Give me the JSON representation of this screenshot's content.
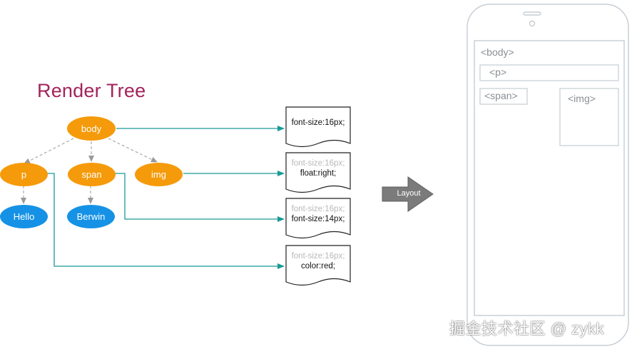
{
  "title": "Render Tree",
  "nodes": {
    "body": "body",
    "p": "p",
    "span": "span",
    "img": "img",
    "hello": "Hello",
    "berwin": "Berwin"
  },
  "style_docs": [
    {
      "inherited": "",
      "own": "font-size:16px;"
    },
    {
      "inherited": "font-size:16px;",
      "own": "float:right;"
    },
    {
      "inherited": "font-size:16px;",
      "own": "font-size:14px;"
    },
    {
      "inherited": "font-size:16px;",
      "own": "color:red;"
    }
  ],
  "layout_arrow": "Layout",
  "phone": {
    "body_label": "<body>",
    "p_label": "<p>",
    "span_label": "<span>",
    "img_label": "<img>"
  },
  "watermark": "掘金技术社区 @ zykk",
  "colors": {
    "title": "#a3235c",
    "orange_node": "#f59a0a",
    "blue_node": "#1592e6",
    "connector": "#1a9a96",
    "phone_outline": "#c5cdd3",
    "phone_label": "#8a8f95",
    "arrow": "#7b7b7b"
  }
}
